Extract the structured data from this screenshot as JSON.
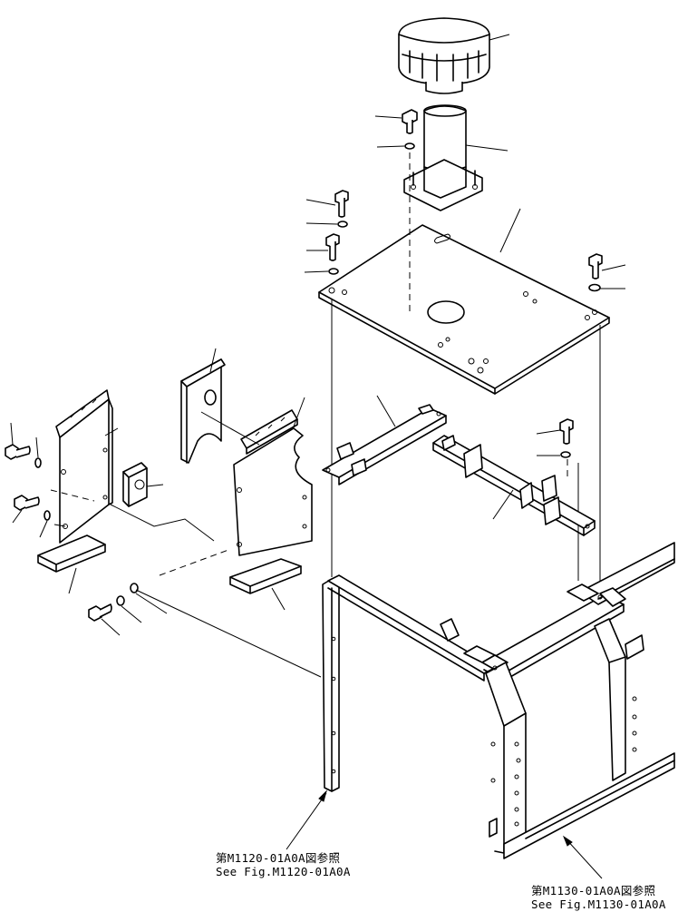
{
  "references": [
    {
      "line1": "第M1120-01A0A図参照",
      "line2": "See Fig.M1120-01A0A"
    },
    {
      "line1": "第M1130-01A0A図参照",
      "line2": "See Fig.M1130-01A0A"
    }
  ]
}
